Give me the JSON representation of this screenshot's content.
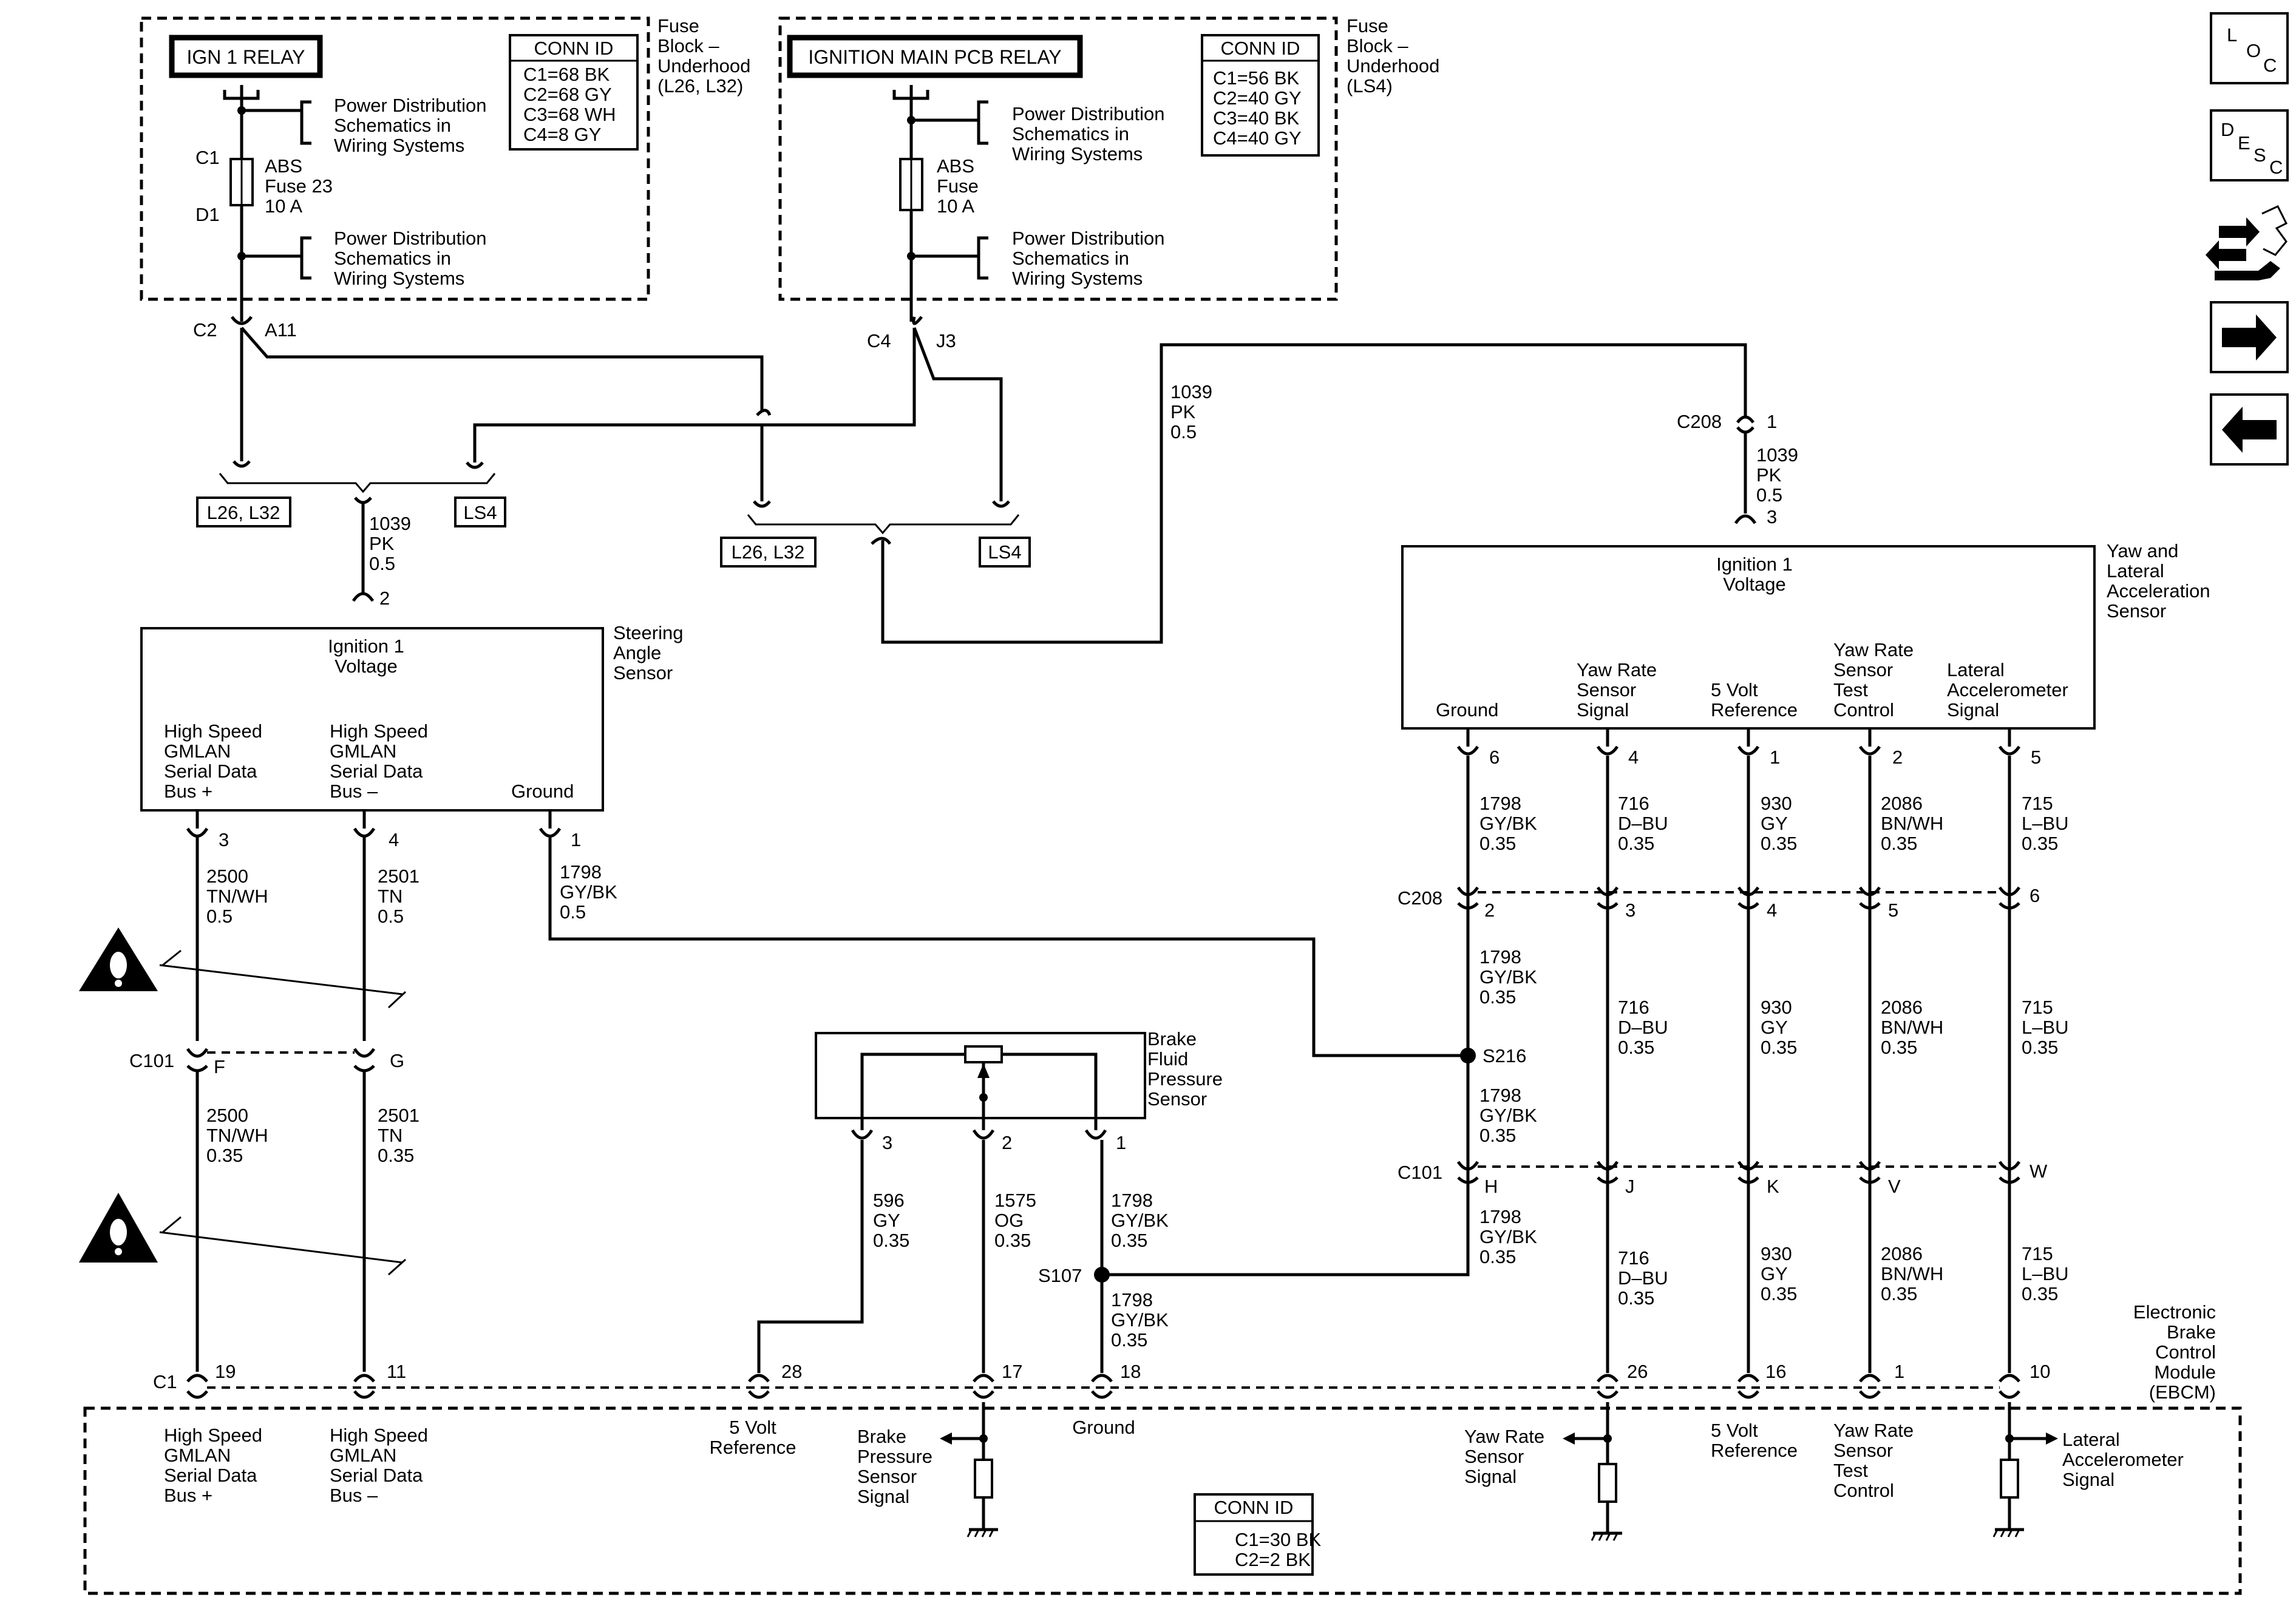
{
  "fuse_block_1": {
    "relay": "IGN 1 RELAY",
    "title": [
      "Fuse",
      "Block –",
      "Underhood",
      "(L26, L32)"
    ],
    "conn_id": {
      "header": "CONN ID",
      "rows": [
        "C1=68 BK",
        "C2=68 GY",
        "C3=68 WH",
        "C4=8 GY"
      ]
    },
    "ref_top": [
      "Power Distribution",
      "Schematics in",
      "Wiring Systems"
    ],
    "ref_bottom": [
      "Power Distribution",
      "Schematics in",
      "Wiring Systems"
    ],
    "pin_c1": "C1",
    "pin_d1": "D1",
    "fuse": [
      "ABS",
      "Fuse 23",
      "10 A"
    ],
    "out_conn": "C2",
    "out_pin": "A11"
  },
  "fuse_block_2": {
    "relay": "IGNITION MAIN PCB RELAY",
    "title": [
      "Fuse",
      "Block –",
      "Underhood",
      "(LS4)"
    ],
    "conn_id": {
      "header": "CONN ID",
      "rows": [
        "C1=56 BK",
        "C2=40 GY",
        "C3=40 BK",
        "C4=40 GY"
      ]
    },
    "ref_top": [
      "Power Distribution",
      "Schematics in",
      "Wiring Systems"
    ],
    "ref_bottom": [
      "Power Distribution",
      "Schematics in",
      "Wiring Systems"
    ],
    "fuse": [
      "ABS",
      "Fuse",
      "10 A"
    ],
    "out_conn": "C4",
    "out_pin": "J3"
  },
  "options": {
    "a": "L26, L32",
    "b": "LS4"
  },
  "wires": {
    "w1039_sas": [
      "1039",
      "PK",
      "0.5"
    ],
    "w1039_long": [
      "1039",
      "PK",
      "0.5"
    ],
    "w1039_yaw": [
      "1039",
      "PK",
      "0.5"
    ],
    "w2500_a": [
      "2500",
      "TN/WH",
      "0.5"
    ],
    "w2501_a": [
      "2501",
      "TN",
      "0.5"
    ],
    "w1798_sas": [
      "1798",
      "GY/BK",
      "0.5"
    ],
    "w2500_b": [
      "2500",
      "TN/WH",
      "0.35"
    ],
    "w2501_b": [
      "2501",
      "TN",
      "0.35"
    ],
    "w596": [
      "596",
      "GY",
      "0.35"
    ],
    "w1575": [
      "1575",
      "OG",
      "0.35"
    ],
    "w1798_bf": [
      "1798",
      "GY/BK",
      "0.35"
    ],
    "w1798_bf2": [
      "1798",
      "GY/BK",
      "0.35"
    ],
    "w1798_y1": [
      "1798",
      "GY/BK",
      "0.35"
    ],
    "w1798_y2": [
      "1798",
      "GY/BK",
      "0.35"
    ],
    "w1798_y3": [
      "1798",
      "GY/BK",
      "0.35"
    ],
    "w1798_y4": [
      "1798",
      "GY/BK",
      "0.35"
    ],
    "w716_1": [
      "716",
      "D–BU",
      "0.35"
    ],
    "w716_2": [
      "716",
      "D–BU",
      "0.35"
    ],
    "w716_3": [
      "716",
      "D–BU",
      "0.35"
    ],
    "w930_1": [
      "930",
      "GY",
      "0.35"
    ],
    "w930_2": [
      "930",
      "GY",
      "0.35"
    ],
    "w930_3": [
      "930",
      "GY",
      "0.35"
    ],
    "w2086_1": [
      "2086",
      "BN/WH",
      "0.35"
    ],
    "w2086_2": [
      "2086",
      "BN/WH",
      "0.35"
    ],
    "w2086_3": [
      "2086",
      "BN/WH",
      "0.35"
    ],
    "w715_1": [
      "715",
      "L–BU",
      "0.35"
    ],
    "w715_2": [
      "715",
      "L–BU",
      "0.35"
    ],
    "w715_3": [
      "715",
      "L–BU",
      "0.35"
    ]
  },
  "steering_angle_sensor": {
    "name": [
      "Steering",
      "Angle",
      "Sensor"
    ],
    "ign": [
      "Ignition 1",
      "Voltage"
    ],
    "pin_top": "2",
    "hs_plus": [
      "High Speed",
      "GMLAN",
      "Serial Data",
      "Bus +"
    ],
    "hs_minus": [
      "High Speed",
      "GMLAN",
      "Serial Data",
      "Bus –"
    ],
    "ground": "Ground",
    "pins": [
      "3",
      "4",
      "1"
    ]
  },
  "yaw_sensor": {
    "name": [
      "Yaw and",
      "Lateral",
      "Acceleration",
      "Sensor"
    ],
    "ign": [
      "Ignition 1",
      "Voltage"
    ],
    "ground": "Ground",
    "yaw_sig": [
      "Yaw Rate",
      "Sensor",
      "Signal"
    ],
    "ref5": [
      "5 Volt",
      "Reference"
    ],
    "yaw_test": [
      "Yaw Rate",
      "Sensor",
      "Test",
      "Control"
    ],
    "lat_sig": [
      "Lateral",
      "Accelerometer",
      "Signal"
    ],
    "pins": [
      "6",
      "4",
      "1",
      "2",
      "5"
    ],
    "pin_top": "3"
  },
  "c208": {
    "label_top": "C208",
    "pin_top": "1",
    "label": "C208",
    "pins": [
      "2",
      "3",
      "4",
      "5",
      "6"
    ]
  },
  "c101_left": {
    "label": "C101",
    "pins": [
      "F",
      "G"
    ]
  },
  "c101_right": {
    "label": "C101",
    "pins": [
      "H",
      "J",
      "K",
      "V",
      "W"
    ]
  },
  "splices": {
    "s216": "S216",
    "s107": "S107"
  },
  "brake_fluid_sensor": {
    "name": [
      "Brake",
      "Fluid",
      "Pressure",
      "Sensor"
    ],
    "pins": [
      "3",
      "2",
      "1"
    ]
  },
  "ebcm": {
    "name": [
      "Electronic",
      "Brake",
      "Control",
      "Module",
      "(EBCM)"
    ],
    "conn": "C1",
    "pins": [
      "19",
      "11",
      "28",
      "17",
      "18",
      "26",
      "16",
      "1",
      "10"
    ],
    "hs_plus": [
      "High Speed",
      "GMLAN",
      "Serial Data",
      "Bus +"
    ],
    "hs_minus": [
      "High Speed",
      "GMLAN",
      "Serial Data",
      "Bus –"
    ],
    "ref5_l": [
      "5 Volt",
      "Reference"
    ],
    "brake_sig": [
      "Brake",
      "Pressure",
      "Sensor",
      "Signal"
    ],
    "ground": "Ground",
    "yaw_sig": [
      "Yaw Rate",
      "Sensor",
      "Signal"
    ],
    "ref5_r": [
      "5 Volt",
      "Reference"
    ],
    "yaw_test": [
      "Yaw Rate",
      "Sensor",
      "Test",
      "Control"
    ],
    "lat_sig": [
      "Lateral",
      "Accelerometer",
      "Signal"
    ],
    "conn_id": {
      "header": "CONN ID",
      "rows": [
        "C1=30 BK",
        "C2=2 BK"
      ]
    }
  },
  "nav": {
    "loc": [
      "L",
      "O",
      "C"
    ],
    "desc": [
      "D",
      "E",
      "S",
      "C"
    ]
  }
}
